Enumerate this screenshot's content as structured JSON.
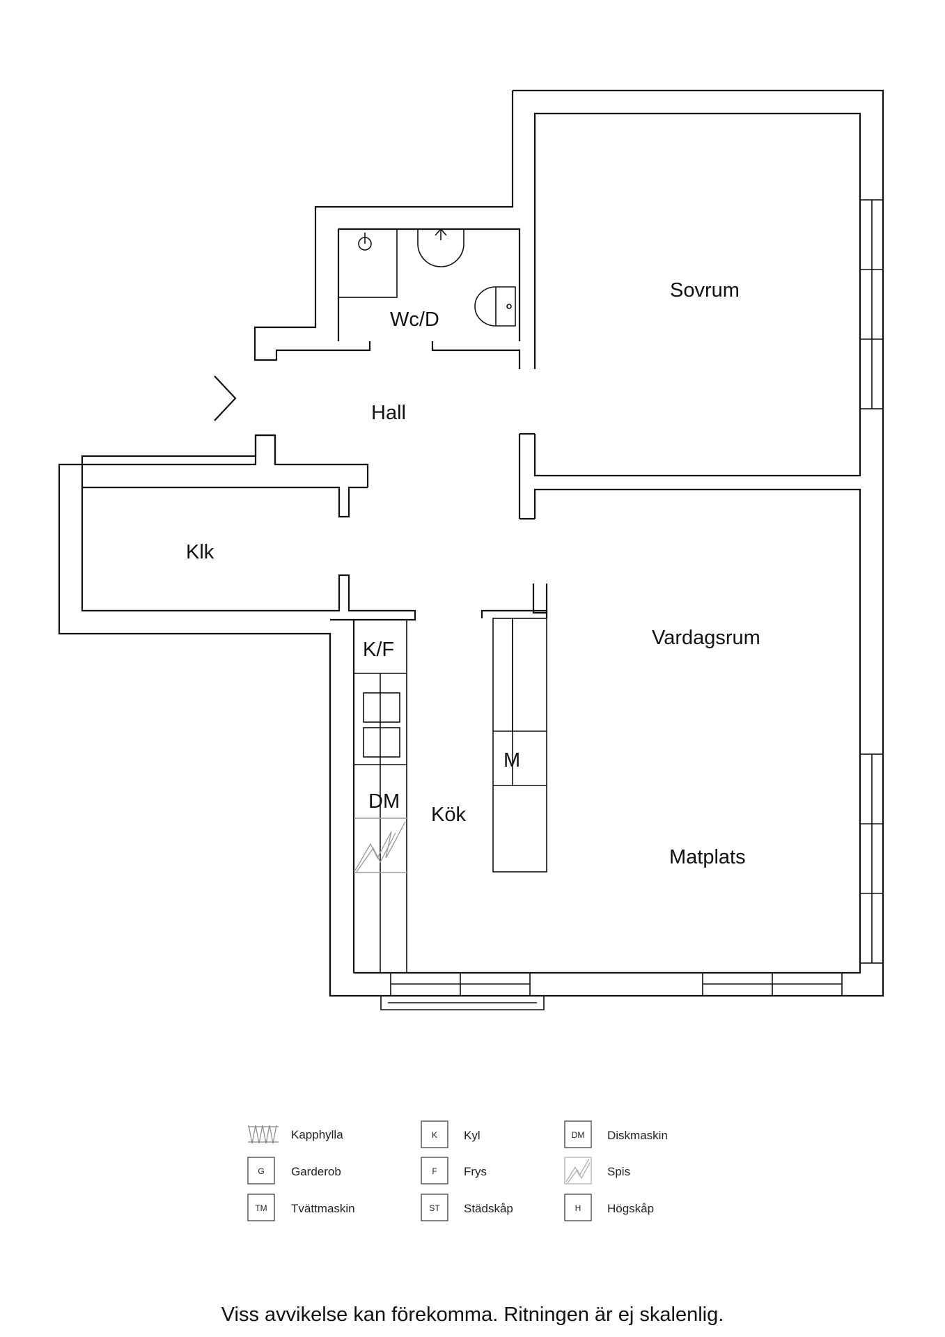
{
  "rooms": {
    "sovrum": "Sovrum",
    "wc": "Wc/D",
    "hall": "Hall",
    "klk": "Klk",
    "vardagsrum": "Vardagsrum",
    "kok": "Kök",
    "matplats": "Matplats"
  },
  "fixtures": {
    "kf": "K/F",
    "dm": "DM",
    "m": "M"
  },
  "legend": [
    {
      "code": "",
      "label": "Kapphylla",
      "icon": "coat-rack-icon"
    },
    {
      "code": "G",
      "label": "Garderob"
    },
    {
      "code": "TM",
      "label": "Tvättmaskin"
    },
    {
      "code": "K",
      "label": "Kyl"
    },
    {
      "code": "F",
      "label": "Frys"
    },
    {
      "code": "ST",
      "label": "Städskåp"
    },
    {
      "code": "DM",
      "label": "Diskmaskin"
    },
    {
      "code": "",
      "label": "Spis",
      "icon": "stove-icon"
    },
    {
      "code": "H",
      "label": "Högskåp"
    }
  ],
  "footer": "Viss avvikelse kan förekomma. Ritningen är ej skalenlig."
}
